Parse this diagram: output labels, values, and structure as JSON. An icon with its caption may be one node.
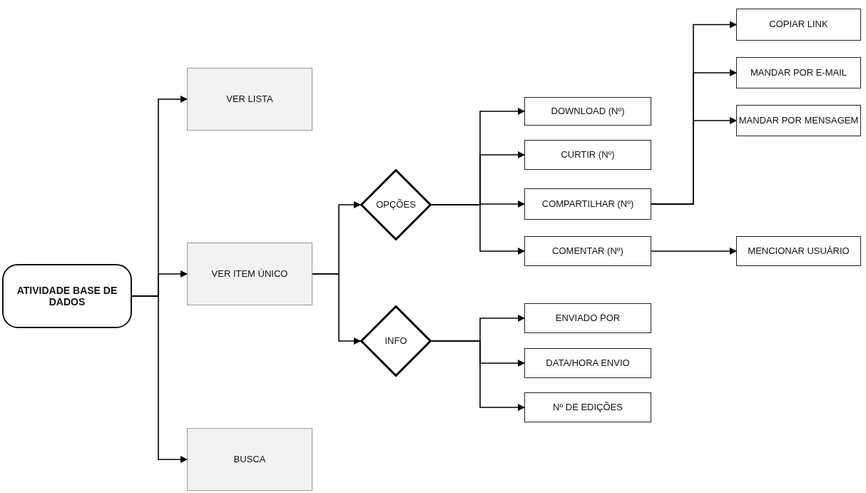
{
  "diagram": {
    "nodes": [
      {
        "text": [
          "ATIVIDADE BASE DE DADOS"
        ]
      },
      {
        "text": [
          "VER LISTA"
        ]
      },
      {
        "text": [
          "VER ITEM ÚNICO"
        ]
      },
      {
        "text": [
          "BUSCA"
        ]
      },
      {
        "text": [
          "OPÇÕES"
        ]
      },
      {
        "text": [
          "INFO"
        ]
      },
      {
        "text": [
          "DOWNLOAD (Nº)"
        ]
      },
      {
        "text": [
          "CURTIR (Nº)"
        ]
      },
      {
        "text": [
          "COMPARTILHAR (Nº)"
        ]
      },
      {
        "text": [
          "COMENTAR (Nº)"
        ]
      },
      {
        "text": [
          "ENVIADO POR"
        ]
      },
      {
        "text": [
          "DATA/HORA ENVIO"
        ]
      },
      {
        "text": [
          "Nº DE EDIÇÕES"
        ]
      },
      {
        "text": [
          "COPIAR LINK"
        ]
      },
      {
        "text": [
          "MANDAR POR E-MAIL"
        ]
      },
      {
        "text": [
          "MANDAR POR MENSAGEM"
        ]
      },
      {
        "text": [
          "MENCIONAR USUÁRIO"
        ]
      }
    ],
    "edges": [
      {
        "from": 0,
        "to": 1,
        "arrow": "to"
      },
      {
        "from": 0,
        "to": 2,
        "arrow": "to"
      },
      {
        "from": 0,
        "to": 3,
        "arrow": "to"
      },
      {
        "from": 2,
        "to": 4,
        "arrow": "to"
      },
      {
        "from": 2,
        "to": 5,
        "arrow": "to"
      },
      {
        "from": 4,
        "to": 6,
        "arrow": "to"
      },
      {
        "from": 4,
        "to": 7,
        "arrow": "to"
      },
      {
        "from": 4,
        "to": 8,
        "arrow": "to"
      },
      {
        "from": 4,
        "to": 9,
        "arrow": "to"
      },
      {
        "from": 5,
        "to": 10,
        "arrow": "to"
      },
      {
        "from": 5,
        "to": 11,
        "arrow": "to"
      },
      {
        "from": 5,
        "to": 12,
        "arrow": "to"
      },
      {
        "from": 8,
        "to": 13,
        "arrow": "to"
      },
      {
        "from": 8,
        "to": 14,
        "arrow": "to"
      },
      {
        "from": 8,
        "to": 15,
        "arrow": "to"
      },
      {
        "from": 9,
        "to": 16,
        "arrow": "to"
      }
    ]
  }
}
